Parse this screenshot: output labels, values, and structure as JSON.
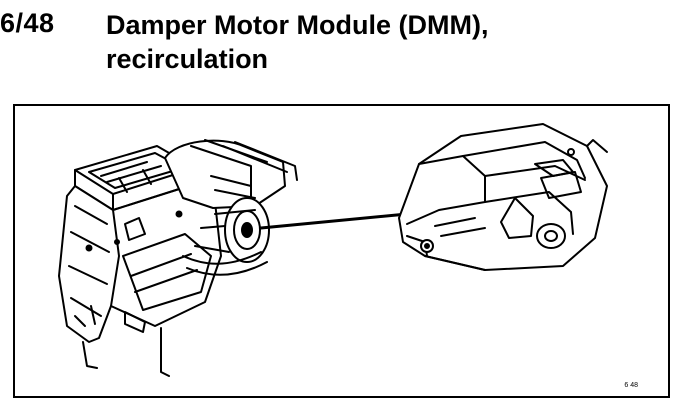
{
  "heading": {
    "number": "6/48",
    "title_line1": "Damper Motor Module (DMM),",
    "title_line2": "recirculation"
  },
  "figure": {
    "id_label": "6 48",
    "left_illustration": "hvac-housing-assembly",
    "right_illustration": "damper-motor-module"
  }
}
